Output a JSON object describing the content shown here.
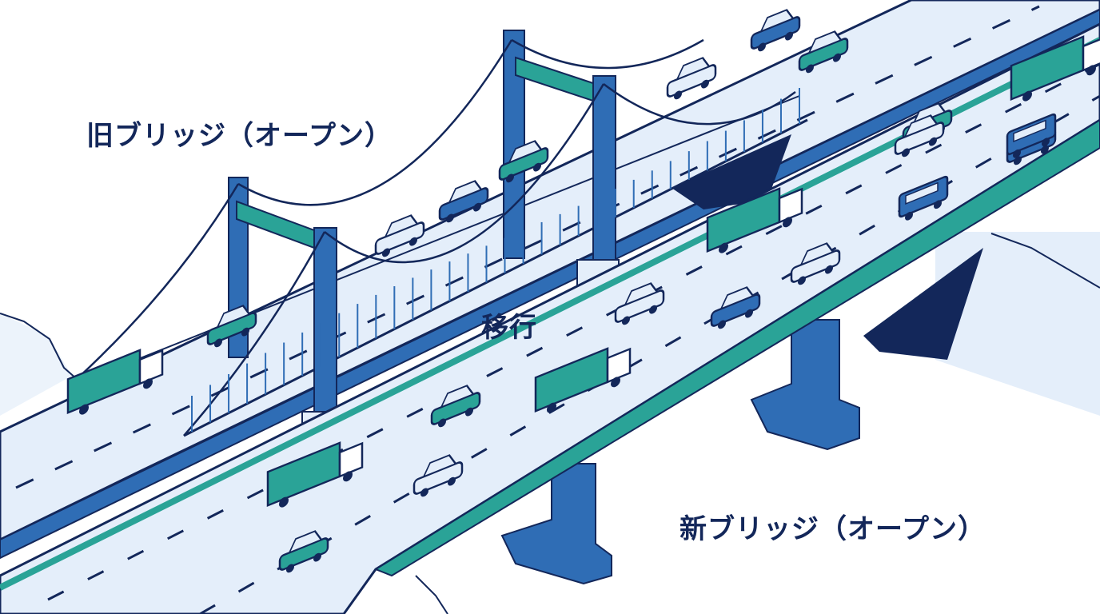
{
  "labels": {
    "old_bridge": "旧ブリッジ（オープン）",
    "transition": "移行",
    "new_bridge": "新ブリッジ（オープン）"
  },
  "colors": {
    "navy": "#13275a",
    "blue": "#2f6db5",
    "teal": "#2aa397",
    "pale_blue": "#e4eefa",
    "white": "#ffffff"
  },
  "vehicles": {
    "old_bridge": [
      {
        "kind": "truck-icon"
      },
      {
        "kind": "car-icon"
      },
      {
        "kind": "car-icon"
      },
      {
        "kind": "car-icon"
      },
      {
        "kind": "car-icon"
      },
      {
        "kind": "car-icon"
      },
      {
        "kind": "car-icon"
      },
      {
        "kind": "car-icon"
      }
    ],
    "new_bridge": [
      {
        "kind": "truck-icon"
      },
      {
        "kind": "car-icon"
      },
      {
        "kind": "car-icon"
      },
      {
        "kind": "truck-icon"
      },
      {
        "kind": "car-icon"
      },
      {
        "kind": "car-icon"
      },
      {
        "kind": "car-icon"
      },
      {
        "kind": "truck-icon"
      },
      {
        "kind": "car-icon"
      },
      {
        "kind": "van-icon"
      },
      {
        "kind": "car-icon"
      },
      {
        "kind": "truck-icon"
      },
      {
        "kind": "car-icon"
      },
      {
        "kind": "van-icon"
      },
      {
        "kind": "car-icon"
      }
    ]
  }
}
